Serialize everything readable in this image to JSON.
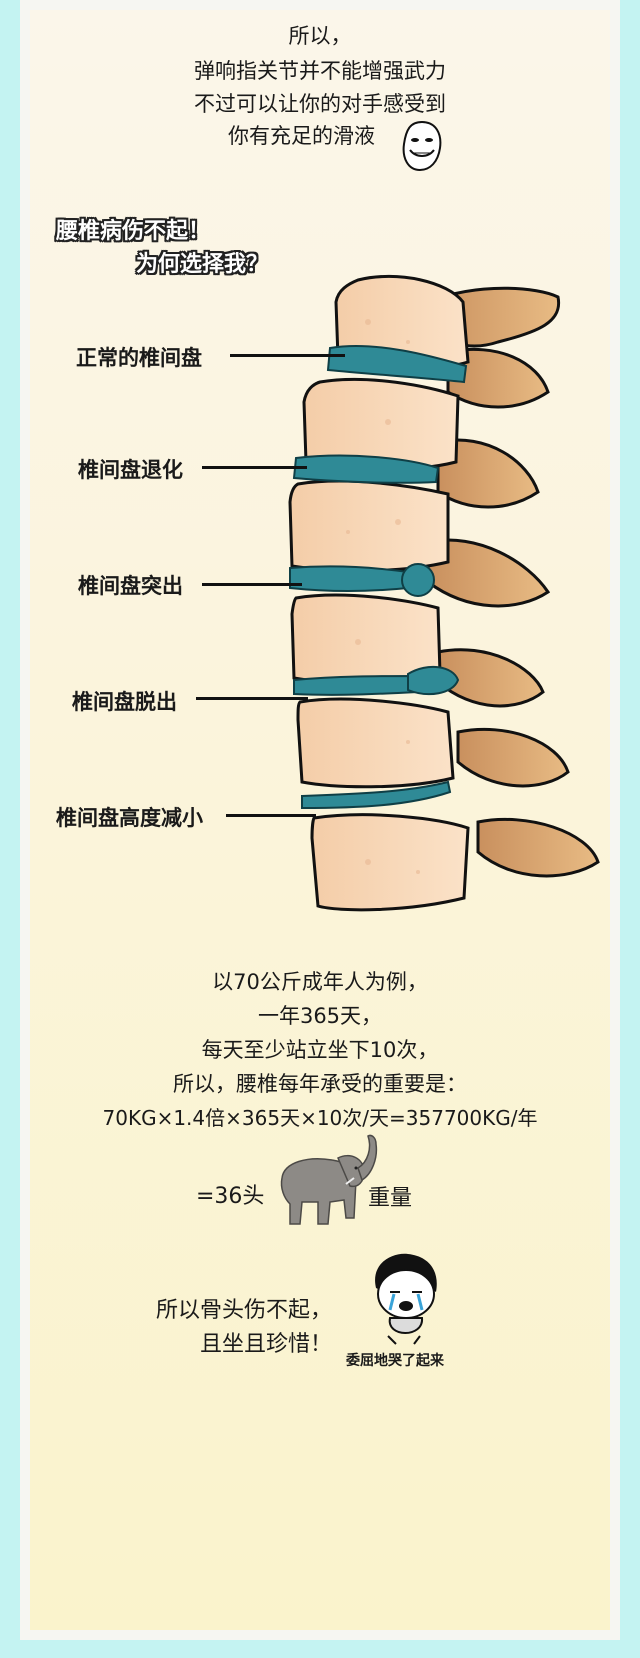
{
  "intro": {
    "line1": "所以，",
    "line2": "弹响指关节并不能增强武力",
    "line3": "不过可以让你的对手感受到",
    "line4": "你有充足的滑液"
  },
  "heading": {
    "line1": "腰椎病伤不起！",
    "line2": "为何选择我？"
  },
  "spine_labels": [
    "正常的椎间盘",
    "椎间盘退化",
    "椎间盘突出",
    "椎间盘脱出",
    "椎间盘高度减小"
  ],
  "stats": {
    "line1": "以70公斤成年人为例，",
    "line2": "一年365天，",
    "line3": "每天至少站立坐下10次，",
    "line4": "所以，腰椎每年承受的重要是：",
    "line5": "70KG×1.4倍×365天×10次/天=357700KG/年"
  },
  "elephant_line": {
    "prefix": "=36头",
    "suffix": "重量"
  },
  "closing": {
    "line1": "所以骨头伤不起，",
    "line2": "且坐且珍惜！",
    "meme_caption": "委屈地哭了起来"
  },
  "colors": {
    "page_bg": "#c4f3f2",
    "sheet_bg": "#fbf4dc",
    "bone": "#f6d2b0",
    "disc": "#2f8a96"
  },
  "icons": [
    "troll-face-icon",
    "spine-illustration",
    "elephant-icon",
    "crying-meme-icon"
  ]
}
